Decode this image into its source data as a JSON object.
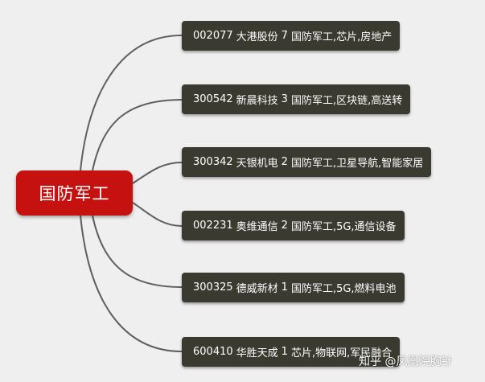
{
  "root": {
    "label": "国防军工"
  },
  "nodes": [
    {
      "code": "002077",
      "name": "大港股份",
      "count": "7",
      "tags": "国防军工,芯片,房地产"
    },
    {
      "code": "300542",
      "name": "新晨科技",
      "count": "3",
      "tags": "国防军工,区块链,高送转"
    },
    {
      "code": "300342",
      "name": "天银机电",
      "count": "2",
      "tags": "国防军工,卫星导航,智能家居"
    },
    {
      "code": "002231",
      "name": "奥维通信",
      "count": "2",
      "tags": "国防军工,5G,通信设备"
    },
    {
      "code": "300325",
      "name": "德威新材",
      "count": "1",
      "tags": "国防军工,5G,燃料电池"
    },
    {
      "code": "600410",
      "name": "华胜天成",
      "count": "1",
      "tags": "芯片,物联网,军民融合"
    }
  ],
  "watermark": {
    "text": "知乎 @凤凰院胸针"
  },
  "colors": {
    "root": "#c51210",
    "node": "#3a3a30",
    "connector": "#5f5f5f",
    "background": "#efefef"
  }
}
